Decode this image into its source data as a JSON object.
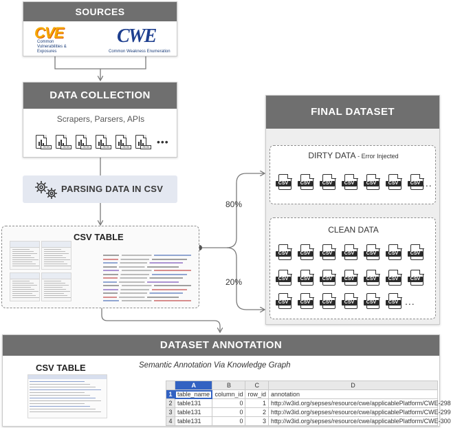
{
  "sources": {
    "title": "SOURCES",
    "cve_logo": "CVE",
    "cve_subtitle": "Common\nVulnerabilities &\nExposures",
    "cwe_logo": "CWE",
    "cwe_subtitle": "Common Weakness Enumeration"
  },
  "collection": {
    "title": "DATA COLLECTION",
    "subtitle": "Scrapers, Parsers, APIs",
    "file_tag": "JSON",
    "more": "•••"
  },
  "parsing": {
    "label": "PARSING DATA IN CSV"
  },
  "csv_table": {
    "title": "CSV TABLE"
  },
  "final_dataset": {
    "title": "FINAL DATASET",
    "dirty_label": "DIRTY DATA",
    "dirty_note": "- Error Injected",
    "clean_label": "CLEAN DATA",
    "csv_tag": "CSV",
    "more": "..."
  },
  "split": {
    "dirty_pct": "80%",
    "clean_pct": "20%"
  },
  "annotation": {
    "title": "DATASET ANNOTATION",
    "csv_table_label": "CSV TABLE",
    "caption": "Semantic Annotation Via Knowledge Graph",
    "columns": [
      "A",
      "B",
      "C",
      "D"
    ],
    "header_row": [
      "table_name",
      "column_id",
      "row_id",
      "annotation"
    ],
    "rows": [
      {
        "n": "2",
        "table": "table131",
        "col": "0",
        "row": "1",
        "url": "http://w3id.org/sepses/resource/cwe/applicablePlatform/CWE-298"
      },
      {
        "n": "3",
        "table": "table131",
        "col": "0",
        "row": "2",
        "url": "http://w3id.org/sepses/resource/cwe/applicablePlatform/CWE-299"
      },
      {
        "n": "4",
        "table": "table131",
        "col": "0",
        "row": "3",
        "url": "http://w3id.org/sepses/resource/cwe/applicablePlatform/CWE-300"
      }
    ],
    "header_row_num": "1"
  },
  "colors": {
    "panel_head": "#6f6f6f",
    "parse_bg": "#e4e8f1",
    "sheet_accent": "#3262c2",
    "line": "#7a7a7a"
  },
  "icons": [
    "cve-logo",
    "cwe-logo",
    "json-file-icon",
    "gears-icon",
    "csv-file-icon",
    "spreadsheet-thumb"
  ]
}
